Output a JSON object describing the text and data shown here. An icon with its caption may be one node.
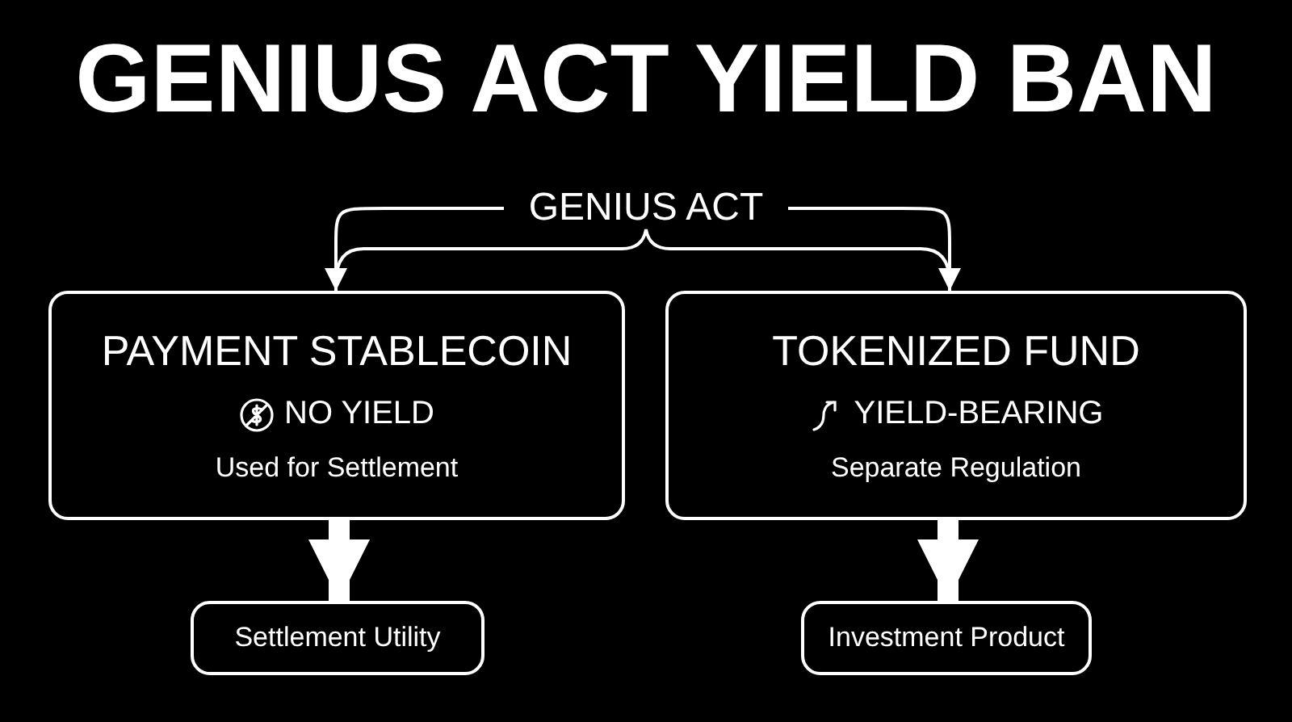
{
  "diagram": {
    "title": "GENIUS ACT YIELD BAN",
    "nodes": [
      {
        "text": [
          "GENIUS ACT"
        ]
      },
      {
        "text": [
          "PAYMENT STABLECOIN",
          "NO YIELD",
          "Used for Settlement"
        ]
      },
      {
        "text": [
          "TOKENIZED FUND",
          "YIELD-BEARING",
          "Separate Regulation"
        ]
      },
      {
        "text": [
          "Settlement Utility"
        ]
      },
      {
        "text": [
          "Investment Product"
        ]
      }
    ],
    "edges": [
      {
        "from": 0,
        "to": 1,
        "arrow": "to"
      },
      {
        "from": 0,
        "to": 2,
        "arrow": "to"
      },
      {
        "from": 1,
        "to": 3,
        "arrow": "to",
        "style": "thick"
      },
      {
        "from": 2,
        "to": 4,
        "arrow": "to",
        "style": "thick"
      }
    ]
  }
}
